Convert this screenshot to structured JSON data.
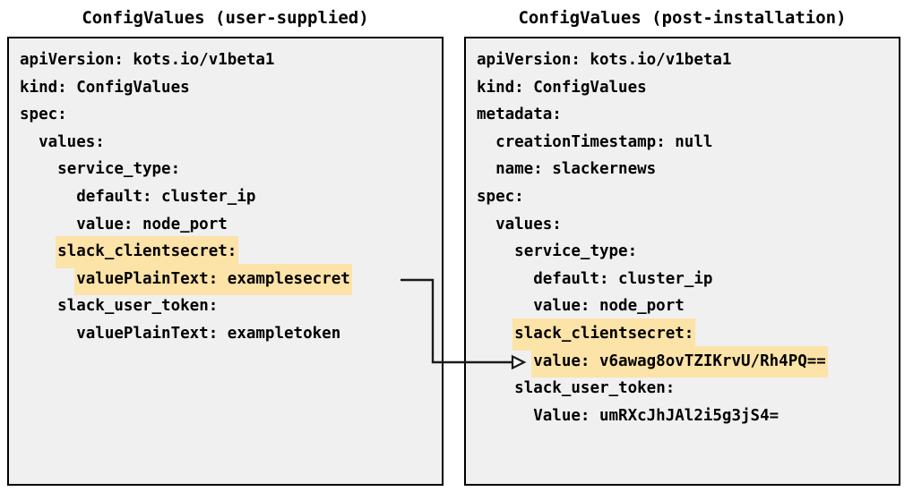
{
  "panels": {
    "left": {
      "title": "ConfigValues (user-supplied)",
      "lines": [
        {
          "text": "apiVersion: kots.io/v1beta1",
          "highlight": false
        },
        {
          "text": "kind: ConfigValues",
          "highlight": false
        },
        {
          "text": "spec:",
          "highlight": false
        },
        {
          "text": "  values:",
          "highlight": false
        },
        {
          "text": "    service_type:",
          "highlight": false
        },
        {
          "text": "      default: cluster_ip",
          "highlight": false
        },
        {
          "text": "      value: node_port",
          "highlight": false
        },
        {
          "text": "    slack_clientsecret:",
          "highlight": true
        },
        {
          "text": "      valuePlainText: examplesecret",
          "highlight": true
        },
        {
          "text": "    slack_user_token:",
          "highlight": false
        },
        {
          "text": "      valuePlainText: exampletoken",
          "highlight": false
        }
      ]
    },
    "right": {
      "title": "ConfigValues (post-installation)",
      "lines": [
        {
          "text": "apiVersion: kots.io/v1beta1",
          "highlight": false
        },
        {
          "text": "kind: ConfigValues",
          "highlight": false
        },
        {
          "text": "metadata:",
          "highlight": false
        },
        {
          "text": "  creationTimestamp: null",
          "highlight": false
        },
        {
          "text": "  name: slackernews",
          "highlight": false
        },
        {
          "text": "spec:",
          "highlight": false
        },
        {
          "text": "  values:",
          "highlight": false
        },
        {
          "text": "    service_type:",
          "highlight": false
        },
        {
          "text": "      default: cluster_ip",
          "highlight": false
        },
        {
          "text": "      value: node_port",
          "highlight": false
        },
        {
          "text": "    slack_clientsecret:",
          "highlight": true
        },
        {
          "text": "      value: v6awag8ovTZIKrvU/Rh4PQ==",
          "highlight": true
        },
        {
          "text": "    slack_user_token:",
          "highlight": false
        },
        {
          "text": "      Value: umRXcJhJAl2i5g3jS4=",
          "highlight": false
        }
      ]
    }
  },
  "connector": {
    "from_label": "valuePlainText: examplesecret",
    "to_label": "value: v6awag8ovTZIKrvU/Rh4PQ==",
    "stroke_color": "#1a1a1a"
  },
  "colors": {
    "highlight": "#fce3a8",
    "panel_background": "#f0f0f0",
    "panel_border": "#000000",
    "text": "#000000",
    "page_background": "#ffffff"
  }
}
